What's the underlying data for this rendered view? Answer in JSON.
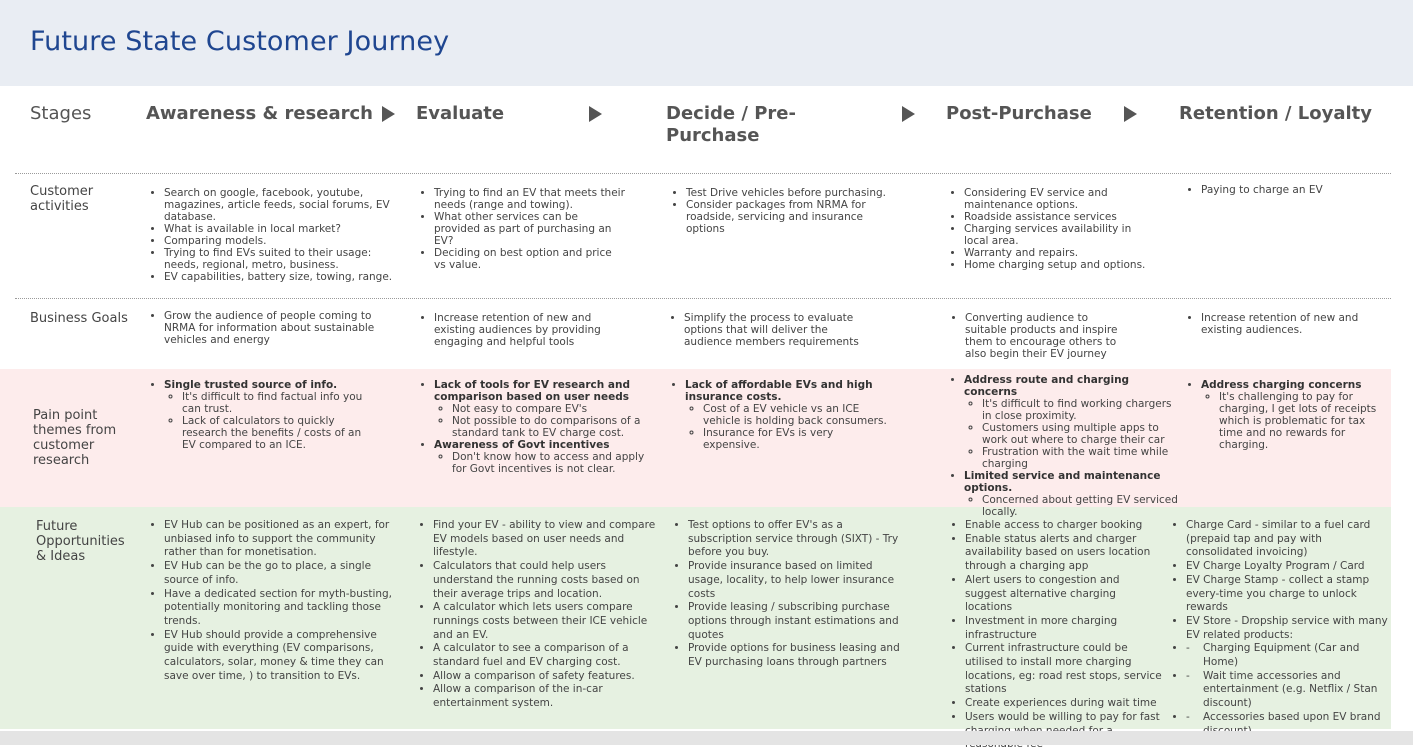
{
  "title": "Future State Customer Journey",
  "stages_label": "Stages",
  "stages": [
    "Awareness & research",
    "Evaluate",
    "Decide / Pre-Purchase",
    "Post-Purchase",
    "Retention / Loyalty"
  ],
  "rows": {
    "customer_activities": {
      "label": "Customer activities",
      "cells": [
        [
          "Search on google, facebook, youtube, magazines, article feeds, social forums, EV database.",
          "What is available in local market?",
          "Comparing models.",
          "Trying to find EVs suited to their usage: needs, regional, metro, business.",
          "EV capabilities, battery size, towing, range."
        ],
        [
          "Trying to find an EV that meets their needs (range and towing).",
          "What other services can be provided as part of purchasing an EV?",
          "Deciding on best option and price vs value."
        ],
        [
          "Test Drive vehicles before purchasing.",
          "Consider packages from NRMA for roadside, servicing and insurance options"
        ],
        [
          "Considering EV service and maintenance options.",
          "Roadside assistance services",
          "Charging services availability in local area.",
          "Warranty and repairs.",
          "Home charging setup and options."
        ],
        [
          "Paying to charge an EV"
        ]
      ]
    },
    "business_goals": {
      "label": "Business Goals",
      "cells": [
        [
          "Grow the audience of people coming to NRMA for information about  sustainable vehicles and energy"
        ],
        [
          "Increase retention of new and existing audiences by providing engaging and helpful tools"
        ],
        [
          "Simplify the process to evaluate options that will deliver the audience members requirements"
        ],
        [
          "Converting audience to suitable products and inspire them to encourage others to also begin their EV journey"
        ],
        [
          "Increase retention of new and existing audiences."
        ]
      ]
    },
    "pain_points": {
      "label": "Pain point themes from customer research",
      "cells": [
        [
          {
            "title": "Single trusted source of info.",
            "subs": [
              "It's difficult to find factual info you can trust.",
              "Lack of calculators to quickly research the benefits / costs of an EV compared to an ICE."
            ]
          }
        ],
        [
          {
            "title": "Lack of tools for EV research and comparison based on user needs",
            "subs": [
              "Not easy to compare EV's",
              "Not possible to do comparisons of a standard tank to EV charge cost."
            ]
          },
          {
            "title": "Awareness of Govt incentives",
            "subs": [
              "Don't know how to access and apply for Govt incentives is not clear."
            ]
          }
        ],
        [
          {
            "title": "Lack of affordable EVs and high insurance costs.",
            "subs": [
              "Cost of a EV vehicle vs an ICE vehicle is holding back consumers.",
              "Insurance for EVs is very expensive."
            ]
          }
        ],
        [
          {
            "title": "Address route and charging concerns",
            "subs": [
              "It's difficult to find working chargers in close proximity.",
              "Customers using multiple apps to work out where to charge their car",
              "Frustration with the wait time while charging"
            ]
          },
          {
            "title": "Limited service and maintenance options.",
            "subs": [
              "Concerned about getting EV serviced locally."
            ]
          }
        ],
        [
          {
            "title": "Address charging concerns",
            "subs": [
              "It's challenging to pay for charging, I get lots of receipts which is problematic for tax time and no rewards for charging."
            ]
          }
        ]
      ]
    },
    "opportunities": {
      "label": "Future Opportunities & Ideas",
      "cells": [
        [
          "EV Hub can be positioned as an expert, for unbiased info to support the community rather than for monetisation.",
          "EV Hub can be the go to place, a single source of info.",
          "Have a dedicated section for myth-busting, potentially monitoring and tackling those trends.",
          "EV Hub should provide a comprehensive guide with everything (EV comparisons, calculators, solar, money & time they can save over time, ) to transition to EVs."
        ],
        [
          "Find your EV - ability to view and compare EV models based on user needs and lifestyle.",
          "Calculators that could help users understand the running costs based on their average trips and location.",
          "A calculator which lets users compare runnings costs between their ICE vehicle and an EV.",
          "A calculator to see a comparison of a standard fuel and EV charging cost.",
          "Allow a comparison of safety features.",
          "Allow a comparison of the in-car entertainment system."
        ],
        [
          "Test options to offer EV's as a subscription service through (SIXT) - Try before you buy.",
          "Provide insurance based on limited usage, locality, to help lower insurance costs",
          "Provide leasing / subscribing purchase options through instant estimations and quotes",
          "Provide options for business leasing and EV purchasing loans through partners"
        ],
        [
          "Enable access to charger booking",
          "Enable status alerts and charger availability based on users location through a charging app",
          "Alert users to congestion and suggest alternative charging locations",
          "Investment in more charging infrastructure",
          "Current infrastructure could be utilised to install more charging locations, eg: road rest stops, service stations",
          "Create experiences during wait time",
          "Users would be willing to pay for fast charging  when needed for a reasonable fee"
        ],
        {
          "bullets": [
            "Charge Card - similar to a fuel card (prepaid tap and pay with consolidated invoicing)",
            "EV Charge Loyalty Program / Card",
            "EV Charge Stamp - collect a stamp every-time you charge to unlock rewards",
            "EV Store - Dropship service with many EV related products:"
          ],
          "dashes": [
            "Charging Equipment (Car and Home)",
            "Wait time accessories and entertainment (e.g. Netflix / Stan discount)",
            "Accessories based upon EV brand discount)"
          ]
        }
      ]
    }
  }
}
